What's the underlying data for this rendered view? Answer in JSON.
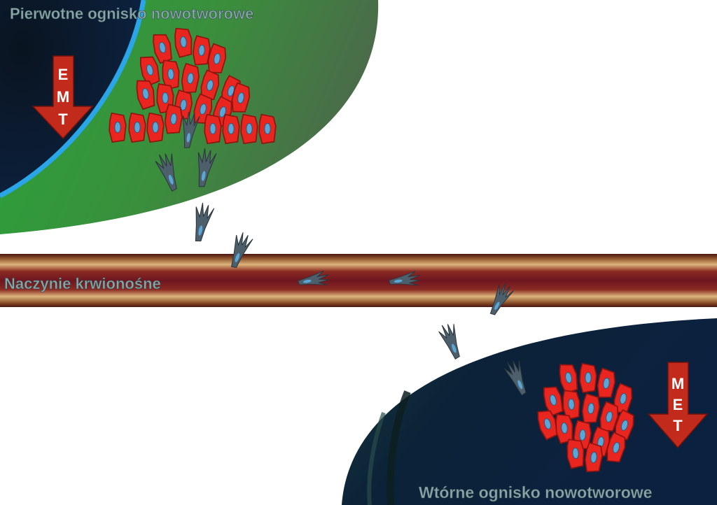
{
  "labels": {
    "primary_tumor": "Pierwotne ognisko nowotworowe",
    "blood_vessel": "Naczynie krwionośne",
    "secondary_tumor": "Wtórne ognisko nowotworowe"
  },
  "arrows": {
    "emt": [
      "E",
      "M",
      "T"
    ],
    "met": [
      "M",
      "E",
      "T"
    ]
  },
  "icons": {
    "epithelial_cell": "red-epithelial-cell-icon",
    "mesenchymal_cell": "grey-mesenchymal-cell-icon"
  },
  "colors": {
    "epithelial_cell": "#e8261f",
    "nucleus": "#5aa6d6",
    "mesenchymal_cell": "#4e5f6c",
    "arrow": "#c22a1c",
    "primary_tissue_green": "#2f9e3a",
    "secondary_tissue_navy": "#0c2038",
    "vessel_outer": "#5a1a14",
    "vessel_wall": "#d7ae73",
    "vessel_lumen": "#7a1c22"
  }
}
